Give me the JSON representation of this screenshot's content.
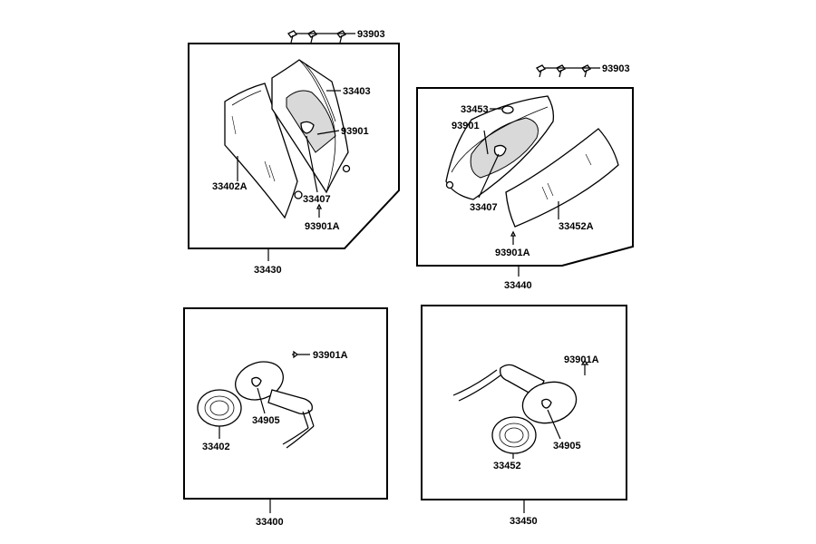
{
  "groups": {
    "top_left": {
      "assembly": "33430",
      "screws": "93903",
      "labels": {
        "body": "33403",
        "screw_a": "93901",
        "lens": "33402A",
        "bulb": "33407",
        "screw_b": "93901A"
      }
    },
    "top_right": {
      "assembly": "33440",
      "screws": "93903",
      "labels": {
        "body": "33453",
        "screw_a": "93901",
        "bulb": "33407",
        "lens": "33452A",
        "screw_b": "93901A"
      }
    },
    "bottom_left": {
      "assembly": "33400",
      "labels": {
        "screw": "93901A",
        "bulb": "34905",
        "lens": "33402"
      }
    },
    "bottom_right": {
      "assembly": "33450",
      "labels": {
        "screw": "93901A",
        "bulb": "34905",
        "lens": "33452"
      }
    }
  }
}
